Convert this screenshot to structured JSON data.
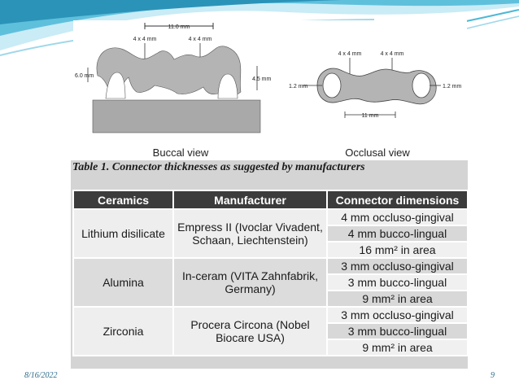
{
  "slide": {
    "date": "8/16/2022",
    "page_number": "9"
  },
  "figure": {
    "buccal_caption": "Buccal view",
    "occlusal_caption": "Occlusal view",
    "buccal_dims": {
      "span": "11.0 mm",
      "conn_left": "4 x 4 mm",
      "conn_right": "4 x 4 mm",
      "height_left": "6.0 mm",
      "height_right": "4.5 mm"
    },
    "occlusal_dims": {
      "conn_left": "4 x 4 mm",
      "conn_right": "4 x 4 mm",
      "wall_left": "1.2 mm",
      "wall_right": "1.2 mm",
      "span": "11 mm"
    }
  },
  "table": {
    "caption": "Table 1. Connector thicknesses as suggested by manufacturers",
    "headers": [
      "Ceramics",
      "Manufacturer",
      "Connector dimensions"
    ],
    "rows": [
      {
        "ceramic": "Lithium disilicate",
        "manufacturer": "Empress II (Ivoclar Vivadent, Schaan, Liechtenstein)",
        "dims": [
          "4 mm occluso-gingival",
          "4 mm bucco-lingual",
          "16 mm² in area"
        ]
      },
      {
        "ceramic": "Alumina",
        "manufacturer": "In-ceram (VITA Zahnfabrik, Germany)",
        "dims": [
          "3 mm occluso-gingival",
          "3 mm bucco-lingual",
          "9 mm² in area"
        ]
      },
      {
        "ceramic": "Zirconia",
        "manufacturer": "Procera Circona (Nobel Biocare USA)",
        "dims": [
          "3 mm occluso-gingival",
          "3 mm bucco-lingual",
          "9 mm² in area"
        ]
      }
    ]
  },
  "colors": {
    "banner_light": "#bfe6f2",
    "banner_mid": "#4fb8d6",
    "banner_dark": "#1d8ab0",
    "header_bg": "#3c3c3c"
  }
}
